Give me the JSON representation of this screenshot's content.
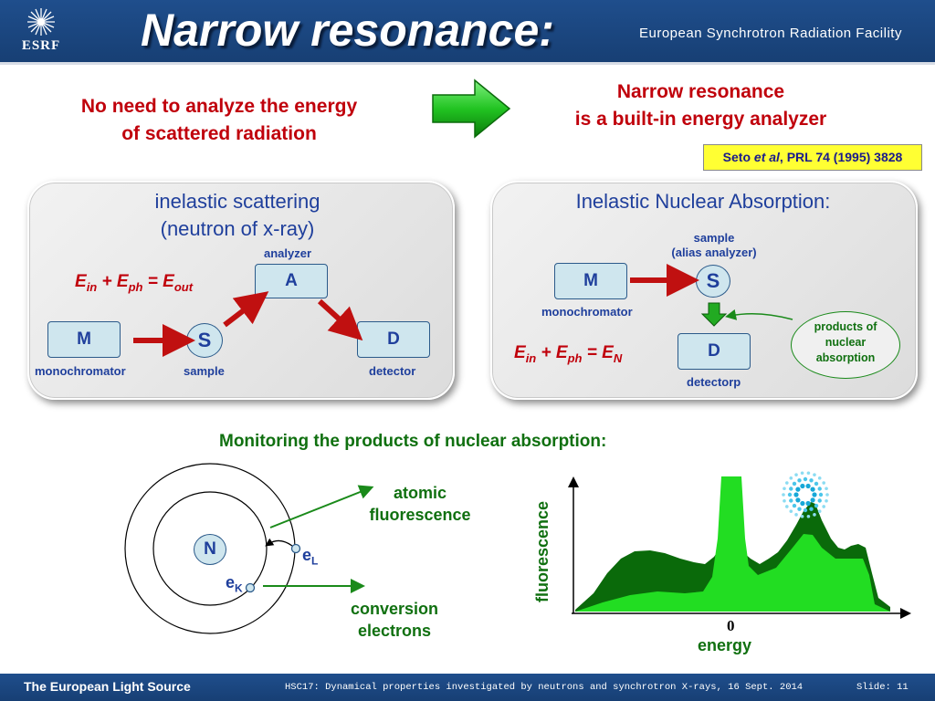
{
  "header": {
    "title": "Narrow  resonance:",
    "facility": "European Synchrotron Radiation Facility",
    "logo": {
      "icon": "esrf-starburst-icon",
      "text": "ESRF"
    }
  },
  "intro": {
    "left_line1": "No need to analyze the energy",
    "left_line2": "of scattered radiation",
    "right_line1": "Narrow resonance",
    "right_line2": "is a built-in energy analyzer",
    "arrow_icon": "green-arrow-right-icon",
    "reference": {
      "author": "Seto ",
      "etal": "et al",
      "rest": ", PRL 74 (1995) 3828"
    }
  },
  "panel_left": {
    "title_line1": "inelastic scattering",
    "title_line2": "(neutron of x-ray)",
    "analyzer_label": "analyzer",
    "box_a": "A",
    "box_m": "M",
    "circle_s": "S",
    "box_d": "D",
    "monochromator_label": "monochromator",
    "sample_label": "sample",
    "detector_label": "detector",
    "eq": {
      "e1": "E",
      "s1": "in",
      "plus": " + ",
      "e2": "E",
      "s2": "ph",
      "equals": " = ",
      "e3": "E",
      "s3": "out"
    }
  },
  "panel_right": {
    "title": "Inelastic Nuclear Absorption:",
    "sample_label_line1": "sample",
    "sample_label_line2": "(alias  analyzer)",
    "box_m": "M",
    "circle_s": "S",
    "box_d": "D",
    "monochromator_label": "monochromator",
    "detector_label": "detectorp",
    "products_line1": "products of",
    "products_line2": "nuclear",
    "products_line3": "absorption",
    "eq": {
      "e1": "E",
      "s1": "in",
      "plus": " + ",
      "e2": "E",
      "s2": "ph",
      "equals": " = ",
      "e3": "E",
      "s3": "N"
    }
  },
  "monitoring": {
    "heading": "Monitoring the products of nuclear absorption:",
    "nucleus": "N",
    "eL": {
      "e": "e",
      "sub": "L"
    },
    "eK": {
      "e": "e",
      "sub": "K"
    },
    "fluo_line1": "atomic",
    "fluo_line2": "fluorescence",
    "conv_line1": "conversion",
    "conv_line2": "electrons"
  },
  "spectrum": {
    "ylabel": "fluorescence",
    "xlabel": "energy",
    "zero_label": "0",
    "glow_icon": "glowing-dot-ring-icon",
    "colors": {
      "dark": "#0a6a0a",
      "bright": "#22dd22"
    }
  },
  "footer": {
    "left": "The European Light Source",
    "center": "HSC17: Dynamical properties investigated by neutrons and synchrotron X-rays, 16 Sept. 2014",
    "slide": "Slide: 11"
  }
}
